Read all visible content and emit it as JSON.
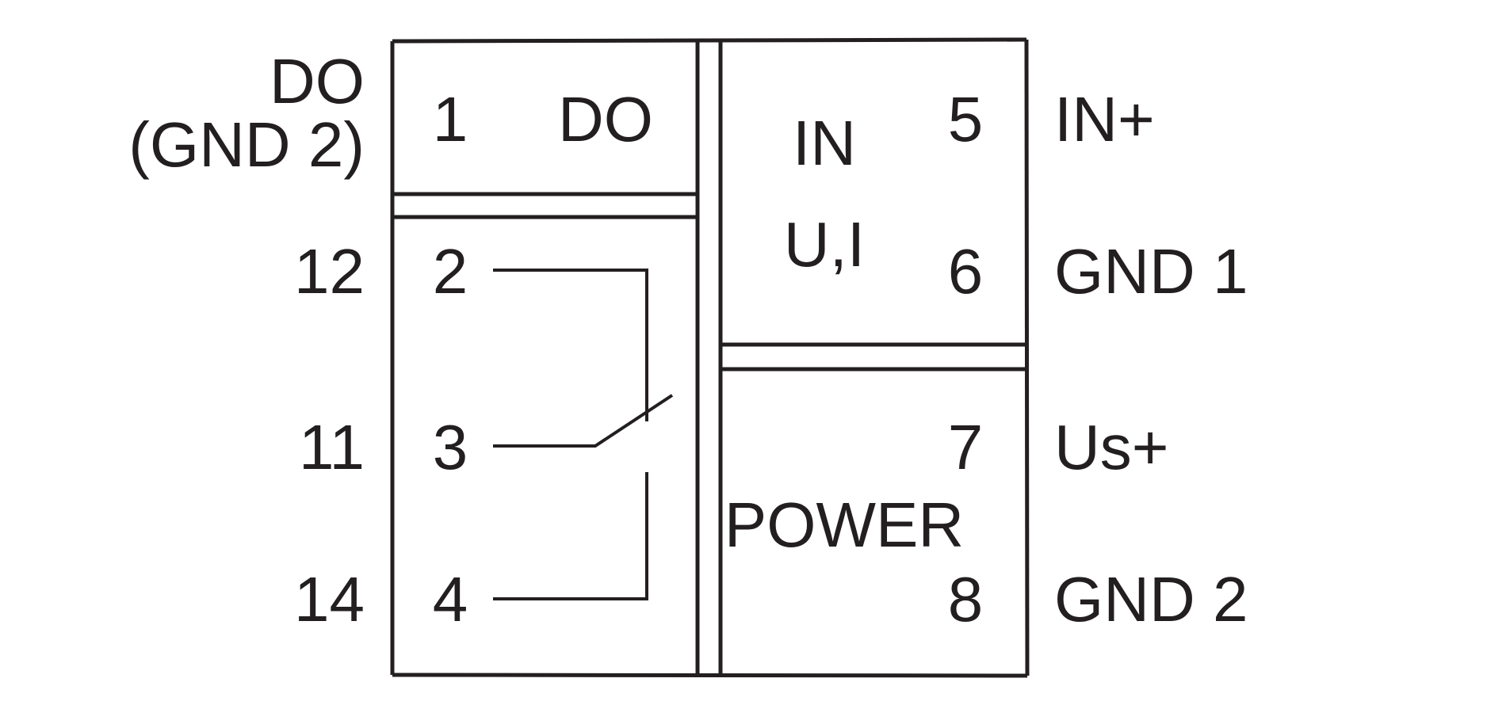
{
  "left_labels": {
    "do_line1": "DO",
    "do_line2": "(GND 2)",
    "pin12": "12",
    "pin11": "11",
    "pin14": "14"
  },
  "do_block": {
    "pin": "1",
    "label": "DO"
  },
  "relay_block": {
    "pin2": "2",
    "pin3": "3",
    "pin4": "4"
  },
  "input_block": {
    "label_line1": "IN",
    "label_line2": "U,I",
    "pin5": "5",
    "pin6": "6"
  },
  "power_block": {
    "label": "POWER",
    "pin7": "7",
    "pin8": "8"
  },
  "right_labels": {
    "in_plus": "IN+",
    "gnd1": "GND 1",
    "us_plus": "Us+",
    "gnd2": "GND 2"
  }
}
